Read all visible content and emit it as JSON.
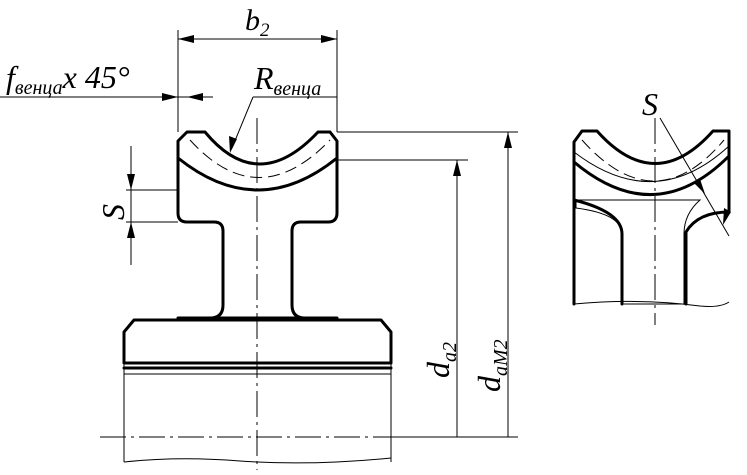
{
  "labels": {
    "b2_base": "b",
    "b2_sub": "2",
    "f_base": "f",
    "f_sub": "венца",
    "f_suffix": "x 45°",
    "r_base": "R",
    "r_sub": "венца",
    "s_left": "S",
    "s_right": "S",
    "da2_base": "d",
    "da2_sub": "a2",
    "dam2_base": "d",
    "dam2_sub": "aM2"
  }
}
